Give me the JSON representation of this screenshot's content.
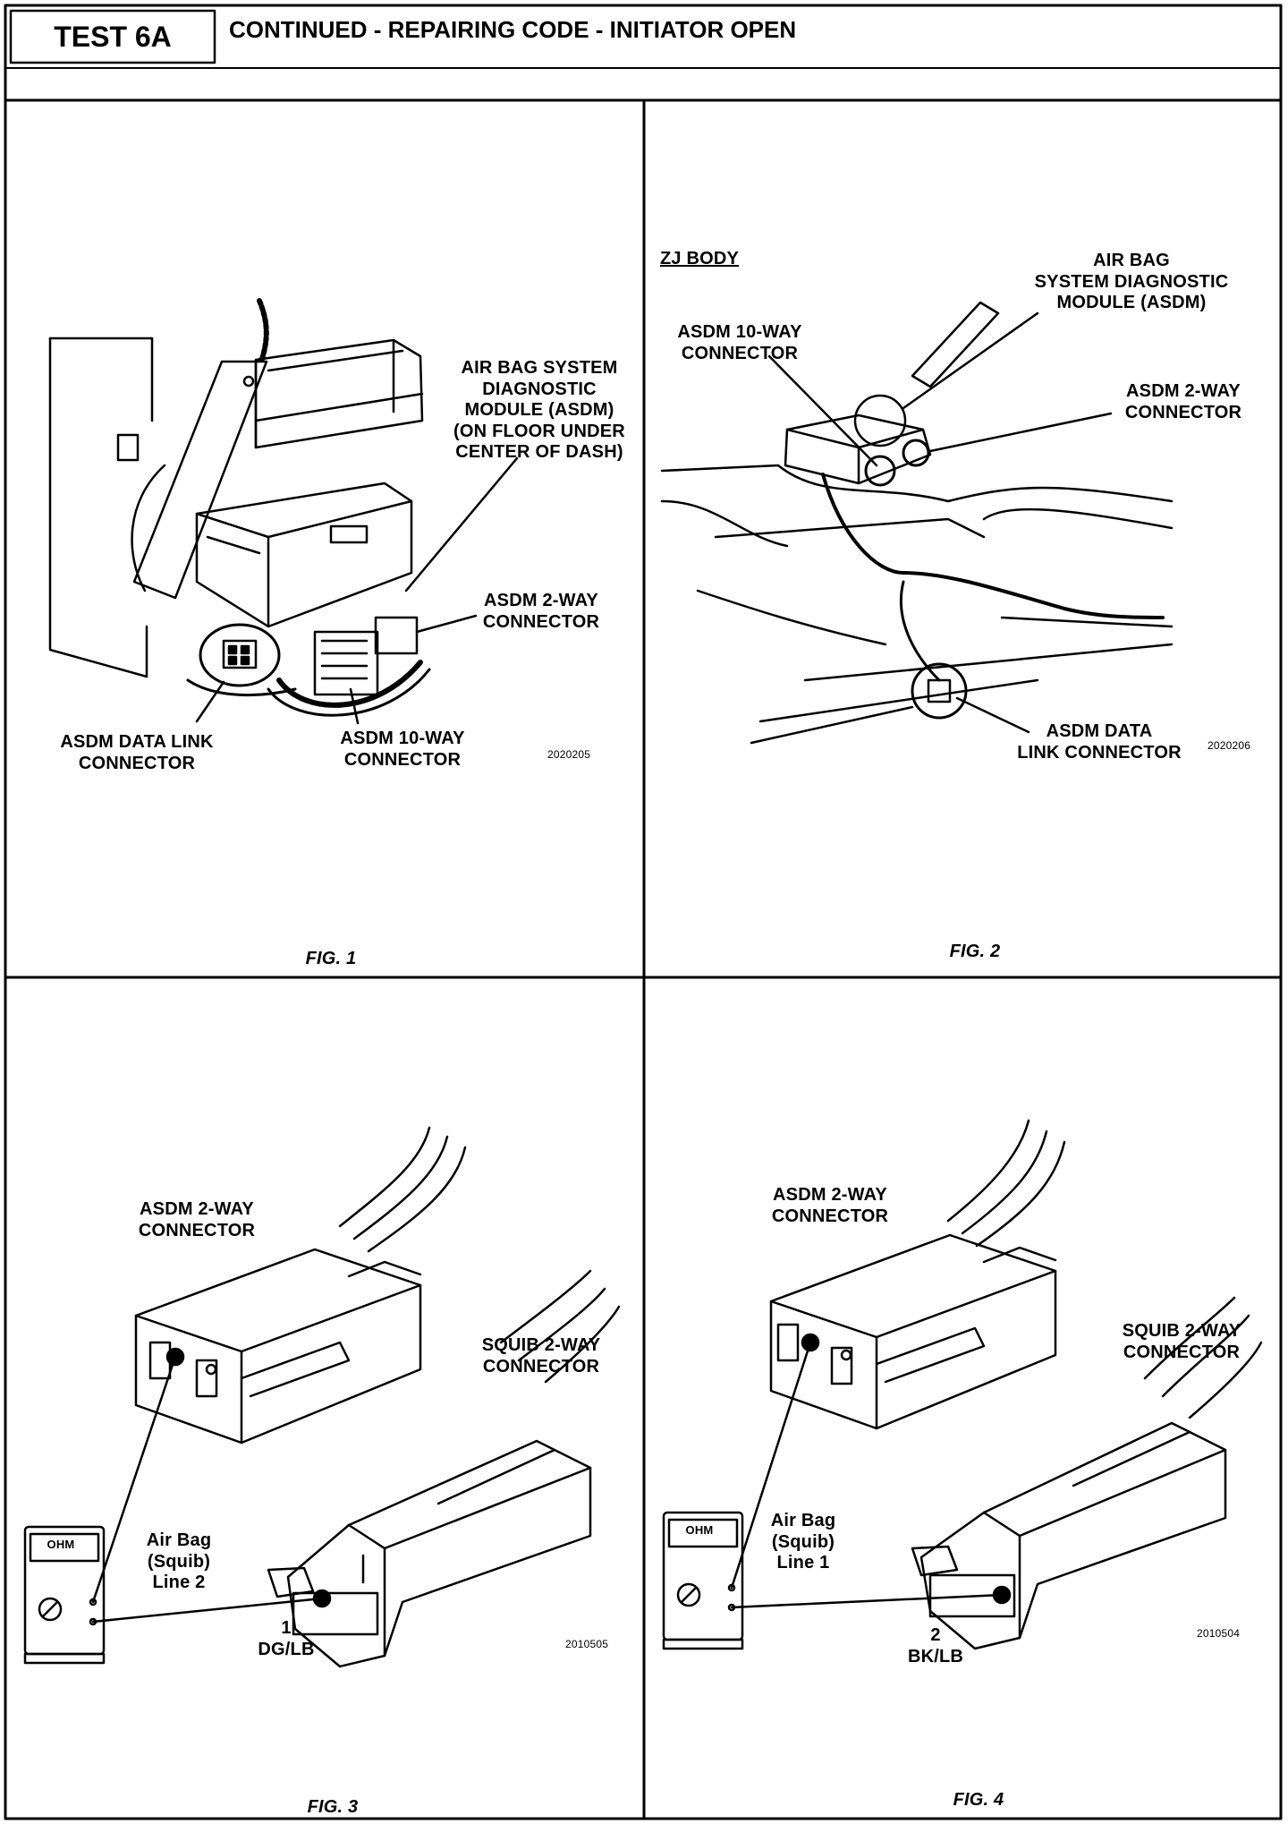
{
  "header": {
    "test_label": "TEST 6A",
    "title": "CONTINUED - REPAIRING CODE - INITIATOR OPEN"
  },
  "fig1": {
    "caption": "FIG. 1",
    "labels": {
      "module": "AIR BAG SYSTEM\nDIAGNOSTIC\nMODULE (ASDM)\n(ON FLOOR UNDER\nCENTER OF DASH)",
      "two_way": "ASDM 2-WAY\nCONNECTOR",
      "data_link": "ASDM DATA LINK\nCONNECTOR",
      "ten_way": "ASDM 10-WAY\nCONNECTOR"
    },
    "code": "2020205"
  },
  "fig2": {
    "caption": "FIG. 2",
    "labels": {
      "body": "ZJ BODY",
      "module": "AIR BAG\nSYSTEM DIAGNOSTIC\nMODULE (ASDM)",
      "ten_way": "ASDM 10-WAY\nCONNECTOR",
      "two_way": "ASDM 2-WAY\nCONNECTOR",
      "data_link": "ASDM DATA\nLINK CONNECTOR"
    },
    "code": "2020206"
  },
  "fig3": {
    "caption": "FIG. 3",
    "labels": {
      "asdm": "ASDM 2-WAY\nCONNECTOR",
      "squib": "SQUIB 2-WAY\nCONNECTOR",
      "line": "Air Bag\n(Squib)\nLine 2",
      "pin": "1\nDG/LB",
      "meter": "OHM"
    },
    "code": "2010505"
  },
  "fig4": {
    "caption": "FIG. 4",
    "labels": {
      "asdm": "ASDM 2-WAY\nCONNECTOR",
      "squib": "SQUIB 2-WAY\nCONNECTOR",
      "line": "Air Bag\n(Squib)\nLine 1",
      "pin": "2\nBK/LB",
      "meter": "OHM"
    },
    "code": "2010504"
  }
}
